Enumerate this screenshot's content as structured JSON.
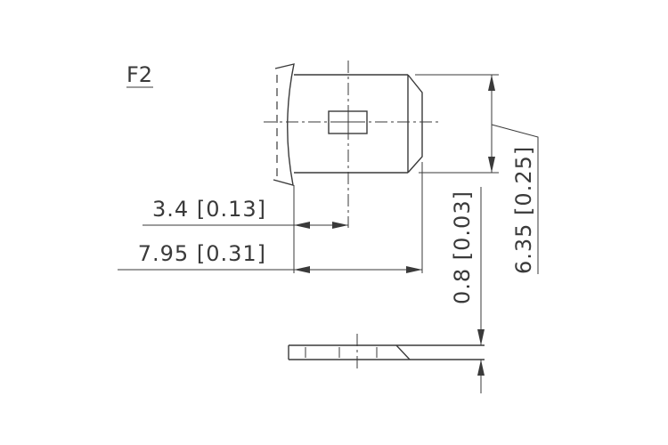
{
  "figure_label": "F2",
  "dimensions": {
    "dim_3_4": "3.4 [0.13]",
    "dim_7_95": "7.95 [0.31]",
    "dim_0_8": "0.8 [0.03]",
    "dim_6_35": "6.35 [0.25]"
  },
  "colors": {
    "line": "#3a3a3a",
    "background": "#ffffff"
  }
}
